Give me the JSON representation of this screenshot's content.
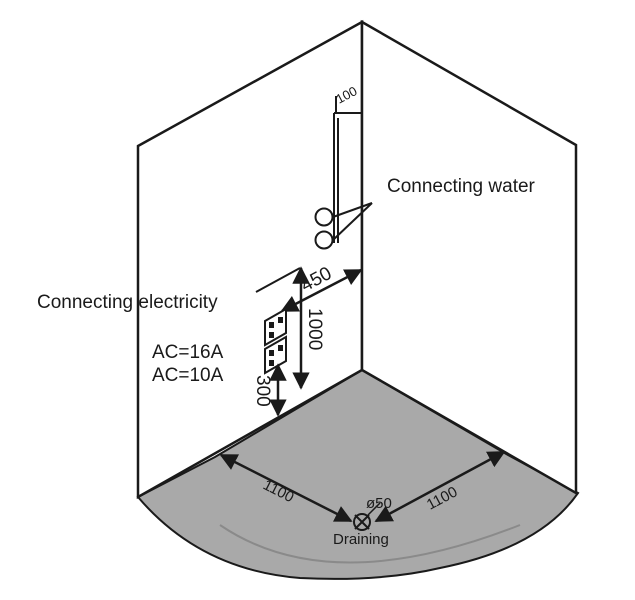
{
  "labels": {
    "connecting_water": "Connecting water",
    "connecting_electricity": "Connecting electricity",
    "ac_16a": "AC=16A",
    "ac_10a": "AC=10A",
    "draining": "Draining",
    "drain_diameter": "ø50"
  },
  "dimensions": {
    "pipe_offset": "100",
    "wall_offset": "450",
    "water_height": "1000",
    "socket_height": "300",
    "left_depth": "1100",
    "right_depth": "1100"
  },
  "colors": {
    "floor": "#a9a9a9",
    "line": "#1a1a1a",
    "wall": "#ffffff"
  }
}
